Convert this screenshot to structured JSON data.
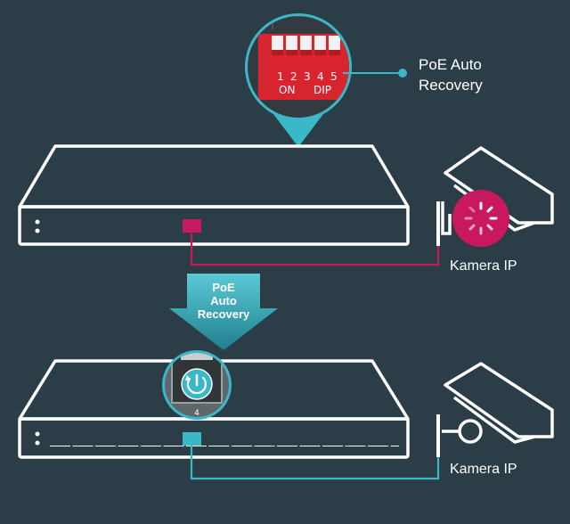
{
  "callout": {
    "label_line1": "PoE Auto",
    "label_line2": "Recovery",
    "dip_numbers": [
      "1",
      "2",
      "3",
      "4",
      "5"
    ],
    "dip_on": "ON",
    "dip_dip": "DIP"
  },
  "arrow": {
    "line1": "PoE",
    "line2": "Auto",
    "line3": "Recovery"
  },
  "top_switch": {
    "camera_label": "Kamera IP"
  },
  "bottom_switch": {
    "camera_label": "Kamera IP",
    "port_number": "4"
  },
  "colors": {
    "background": "#2b3d46",
    "fault_accent": "#c8195f",
    "recovery_accent": "#3ab8c8",
    "outline": "#ffffff"
  }
}
